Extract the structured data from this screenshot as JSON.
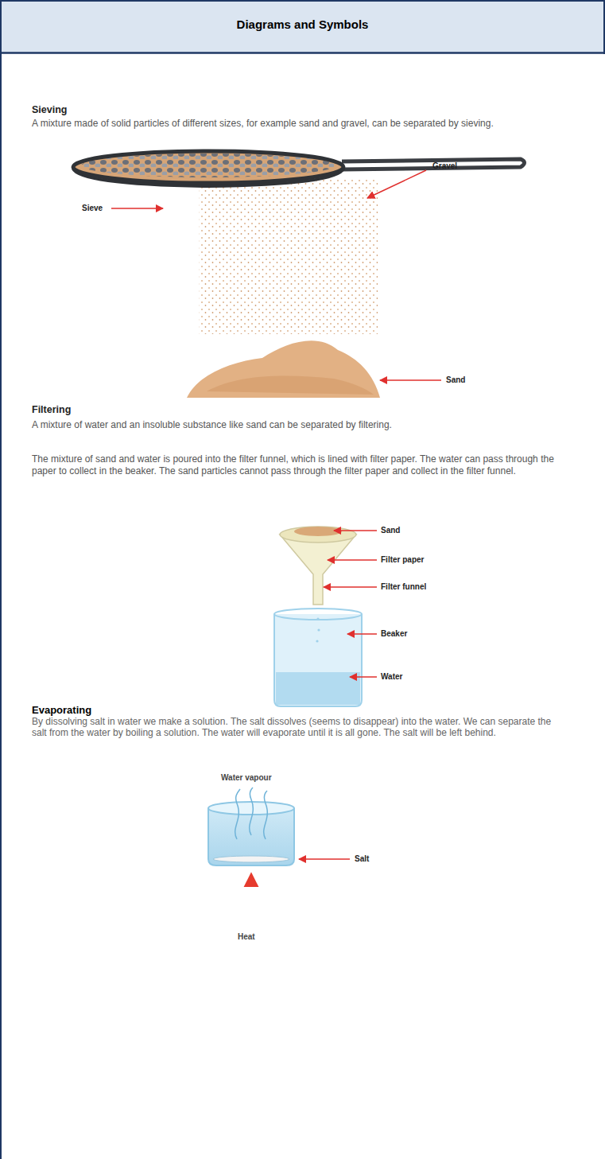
{
  "diagram": {
    "title": "Diagrams and Symbols",
    "labels": [
      "Sieving",
      "A mixture made of solid particles of different sizes, for example sand and gravel, can be separated by sieving.",
      "Gravel",
      "Sieve",
      "Sand",
      "Filtering",
      "A mixture of water and an insoluble substance like sand can be separated by filtering.",
      "The mixture of sand and water is poured into the filter funnel, which is lined with filter paper. The water can pass through the paper to collect in the beaker. The sand particles cannot pass through the filter paper and collect in the filter funnel.",
      "Sand",
      "Filter paper",
      "Filter funnel",
      "Beaker",
      "Water",
      "Evaporating",
      "By dissolving salt in water we make a solution. The salt dissolves (seems to disappear) into the water. We can separate the salt from the water by boiling a solution. The water will evaporate until it is all gone. The salt will be left behind.",
      "Water vapour",
      "Salt",
      "Heat"
    ]
  }
}
